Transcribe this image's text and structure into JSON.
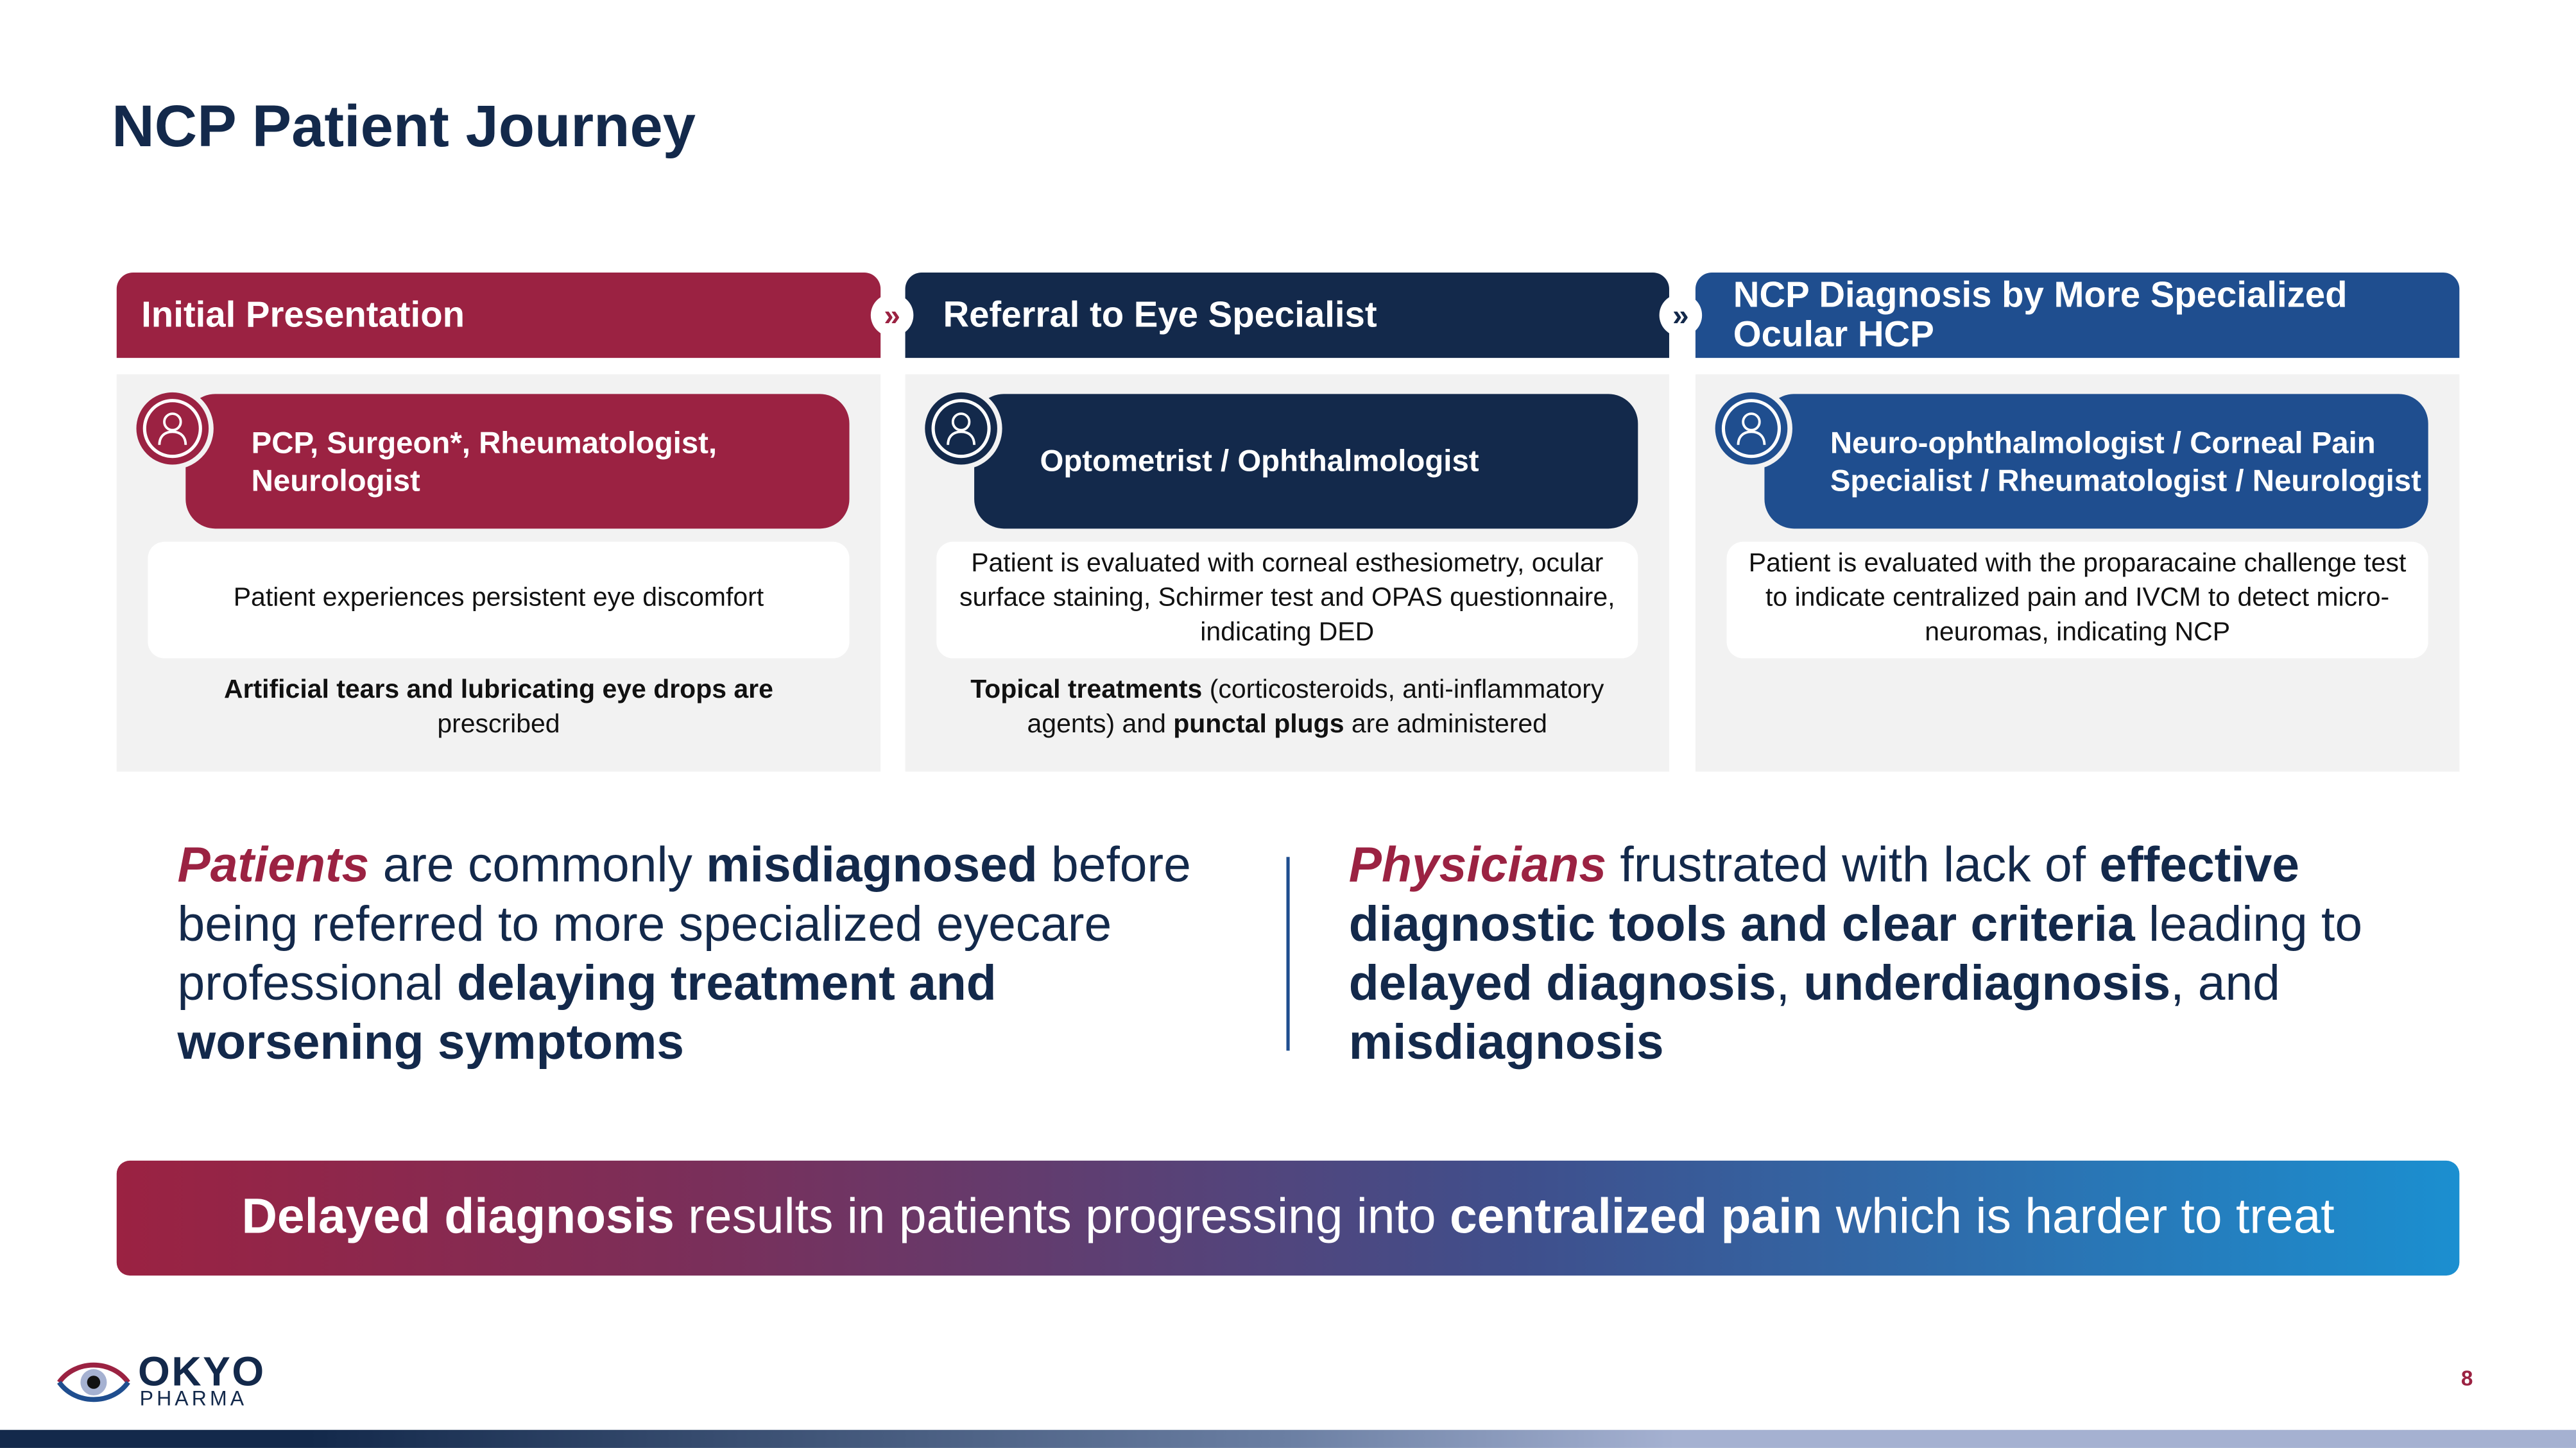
{
  "title": "NCP Patient Journey",
  "stages": [
    {
      "header": "Initial Presentation",
      "role": "PCP, Surgeon*, Rheumatologist, Neurologist",
      "desc": "Patient experiences persistent eye discomfort",
      "note_bold": "Artificial tears and lubricating eye drops are",
      "note_rest": " prescribed",
      "color": "#9b2242"
    },
    {
      "header": "Referral to Eye Specialist",
      "role": "Optometrist / Ophthalmologist",
      "desc": "Patient is evaluated with corneal esthesiometry, ocular surface staining, Schirmer test and OPAS questionnaire, indicating DED",
      "note_b1": "Topical treatments",
      "note_t1": " (corticosteroids, anti-inflammatory agents) and ",
      "note_b2": "punctal plugs",
      "note_t2": " are administered",
      "color": "#13294b"
    },
    {
      "header": "NCP Diagnosis by More Specialized Ocular HCP",
      "role": "Neuro-ophthalmologist / Corneal Pain Specialist / Rheumatologist / Neurologist",
      "desc": "Patient is evaluated with the proparacaine challenge test to indicate centralized pain and IVCM to detect micro-neuromas, indicating NCP",
      "color": "#1f4e8f"
    }
  ],
  "chevron": "»",
  "left_stmt": {
    "a": "Patients",
    "b": " are commonly ",
    "c": "misdiagnosed",
    "d": " before being referred to more specialized eyecare professional ",
    "e": "delaying treatment and worsening symptoms"
  },
  "right_stmt": {
    "a": "Physicians",
    "b": " frustrated with lack of ",
    "c": "effective diagnostic tools and clear criteria",
    "d": " leading to ",
    "e": "delayed diagnosis",
    ",f": "",
    "f": ", ",
    "g": "underdiagnosis",
    "h": ", and ",
    "i": "misdiagnosis"
  },
  "banner": {
    "a": "Delayed diagnosis",
    "b": " results in patients progressing into ",
    "c": "centralized pain",
    "d": " which is harder to treat"
  },
  "logo": {
    "name": "OKYO",
    "sub": "PHARMA"
  },
  "page_number": "8"
}
